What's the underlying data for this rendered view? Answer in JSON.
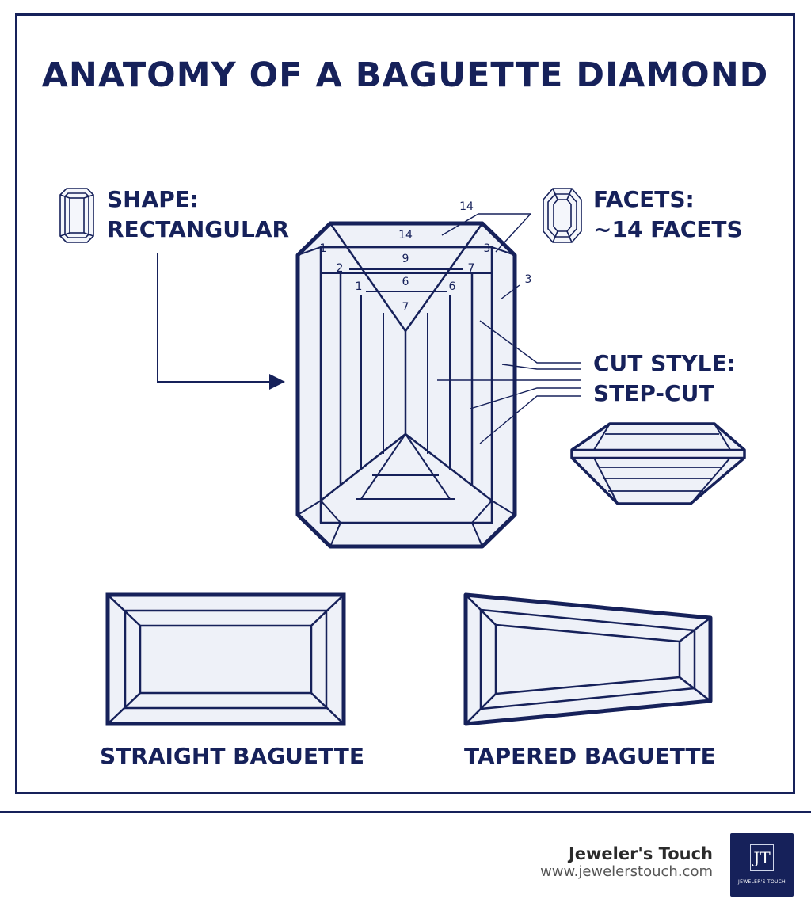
{
  "title": "ANATOMY OF A BAGUETTE DIAMOND",
  "shape": {
    "heading": "SHAPE:",
    "value": "RECTANGULAR"
  },
  "facets": {
    "heading": "FACETS:",
    "value": "~14 FACETS"
  },
  "cut_style": {
    "heading": "CUT STYLE:",
    "value": "STEP-CUT"
  },
  "facet_numbers": {
    "callout_top": "14",
    "callout_side": "3",
    "table_top": "14",
    "row_two": "9",
    "row_three": "6",
    "center": "7",
    "left_corner_outer": "1",
    "left_corner_mid": "2",
    "left_corner_inner": "1",
    "right_corner_outer": "3",
    "right_corner_mid": "7",
    "right_corner_inner": "6"
  },
  "variants": {
    "straight": "STRAIGHT BAGUETTE",
    "tapered": "TAPERED BAGUETTE"
  },
  "brand": {
    "name": "Jeweler's Touch",
    "url": "www.jewelerstouch.com",
    "logo_letters": "JT",
    "logo_text": "JEWELER'S TOUCH"
  },
  "colors": {
    "navy": "#16215a",
    "fill": "#eef1f8"
  }
}
